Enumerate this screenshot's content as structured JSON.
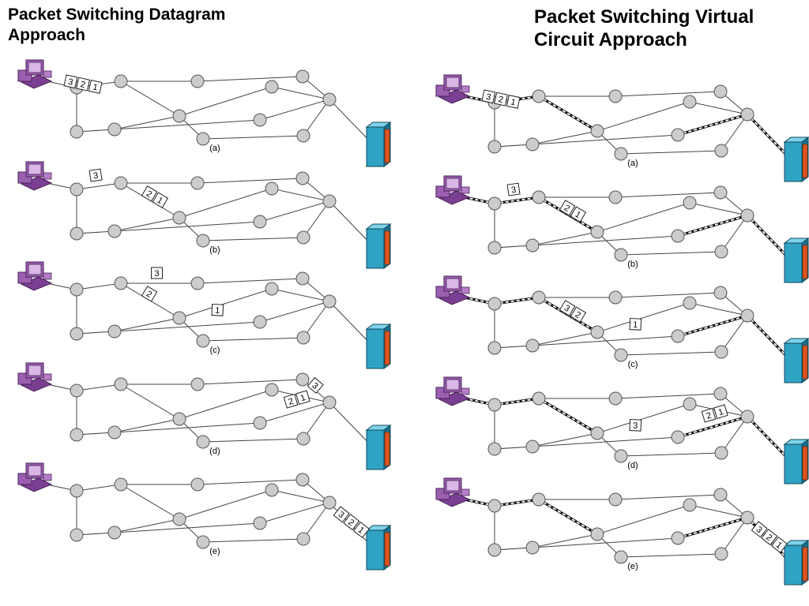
{
  "titles": {
    "left": "Packet Switching Datagram Approach",
    "right": "Packet Switching Virtual Circuit Approach"
  },
  "panel_labels": [
    "(a)",
    "(b)",
    "(c)",
    "(d)",
    "(e)"
  ],
  "datagram": [
    {
      "label": "(a)",
      "packets": [
        {
          "where": "at-source",
          "numbers": [
            "3",
            "2",
            "1"
          ]
        }
      ]
    },
    {
      "label": "(b)",
      "packets": [
        {
          "where": "link-1-2",
          "numbers": [
            "3"
          ]
        },
        {
          "where": "link-2-5",
          "numbers": [
            "2",
            "1"
          ]
        }
      ]
    },
    {
      "label": "(c)",
      "packets": [
        {
          "where": "link-2-3",
          "numbers": [
            "3"
          ]
        },
        {
          "where": "link-2-5",
          "numbers": [
            "2"
          ]
        },
        {
          "where": "link-5-7",
          "numbers": [
            "1"
          ]
        }
      ]
    },
    {
      "label": "(d)",
      "packets": [
        {
          "where": "link-4-10",
          "numbers": [
            "3"
          ]
        },
        {
          "where": "link-7-10",
          "numbers": [
            "2",
            "1"
          ]
        }
      ]
    },
    {
      "label": "(e)",
      "packets": [
        {
          "where": "at-destination",
          "numbers": [
            "3",
            "2",
            "1"
          ]
        }
      ]
    }
  ],
  "virtual_circuit": [
    {
      "label": "(a)",
      "packets": [
        {
          "where": "at-source",
          "numbers": [
            "3",
            "2",
            "1"
          ]
        }
      ]
    },
    {
      "label": "(b)",
      "packets": [
        {
          "where": "link-1-2",
          "numbers": [
            "3"
          ]
        },
        {
          "where": "link-2-5",
          "numbers": [
            "2",
            "1"
          ]
        }
      ]
    },
    {
      "label": "(c)",
      "packets": [
        {
          "where": "link-2-5",
          "numbers": [
            "3",
            "2"
          ]
        },
        {
          "where": "link-5-7",
          "numbers": [
            "1"
          ]
        }
      ]
    },
    {
      "label": "(d)",
      "packets": [
        {
          "where": "link-5-7",
          "numbers": [
            "3"
          ]
        },
        {
          "where": "link-7-10",
          "numbers": [
            "2",
            "1"
          ]
        }
      ]
    },
    {
      "label": "(e)",
      "packets": [
        {
          "where": "at-destination",
          "numbers": [
            "3",
            "2",
            "1"
          ]
        }
      ]
    }
  ],
  "colors": {
    "node_fill": "#cccccc",
    "node_stroke": "#555555",
    "link": "#444444",
    "computer": "#9b5fb0",
    "server": "#2fa3c4",
    "server_panel": "#e0531f"
  }
}
